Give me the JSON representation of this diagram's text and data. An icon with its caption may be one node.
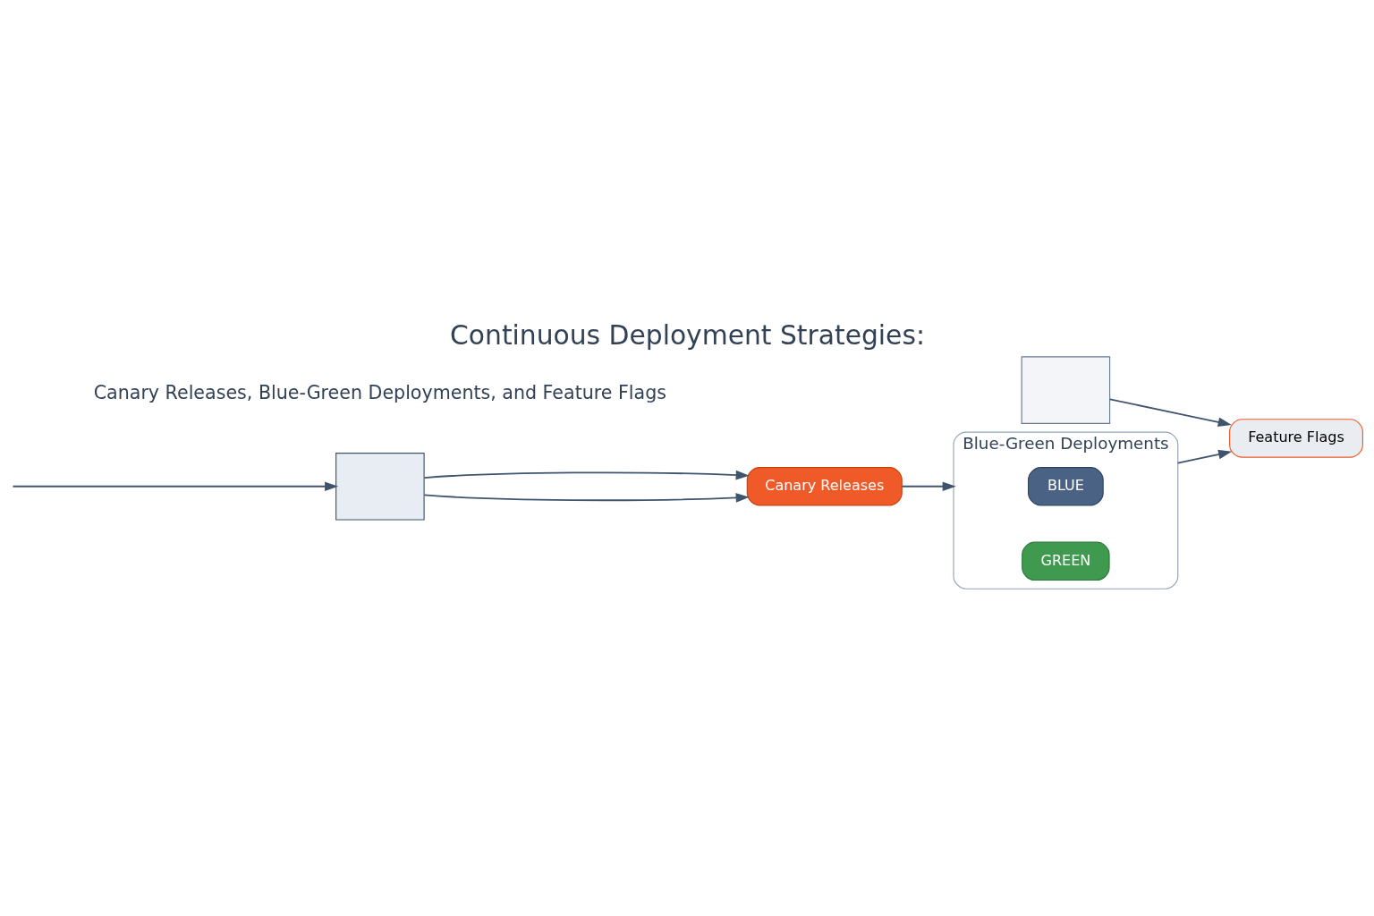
{
  "diagram": {
    "title": "Continuous Deployment Strategies:",
    "nodes": [
      {
        "text": [],
        "shape": "box"
      },
      {
        "text": [
          "Canary Releases"
        ]
      },
      {
        "text": [
          "Blue-Green Deployments"
        ]
      },
      {
        "text": [
          "BLUE"
        ],
        "in": 2
      },
      {
        "text": [
          "GREEN"
        ],
        "in": 2
      },
      {
        "text": [
          "Feature Flags"
        ]
      },
      {
        "text": [],
        "shape": "box"
      }
    ],
    "edges": [
      {
        "from": null,
        "to": 0,
        "arrow": "to"
      },
      {
        "from": 0,
        "to": 1,
        "arrow": "to"
      },
      {
        "from": 0,
        "to": 1,
        "arrow": "to"
      },
      {
        "from": 1,
        "to": 2,
        "arrow": "to"
      },
      {
        "from": 2,
        "to": 5,
        "arrow": "to"
      },
      {
        "from": 6,
        "to": 5,
        "arrow": "to"
      }
    ],
    "labels": [
      "Canary Releases, Blue-Green Deployments, and Feature Flags"
    ]
  }
}
